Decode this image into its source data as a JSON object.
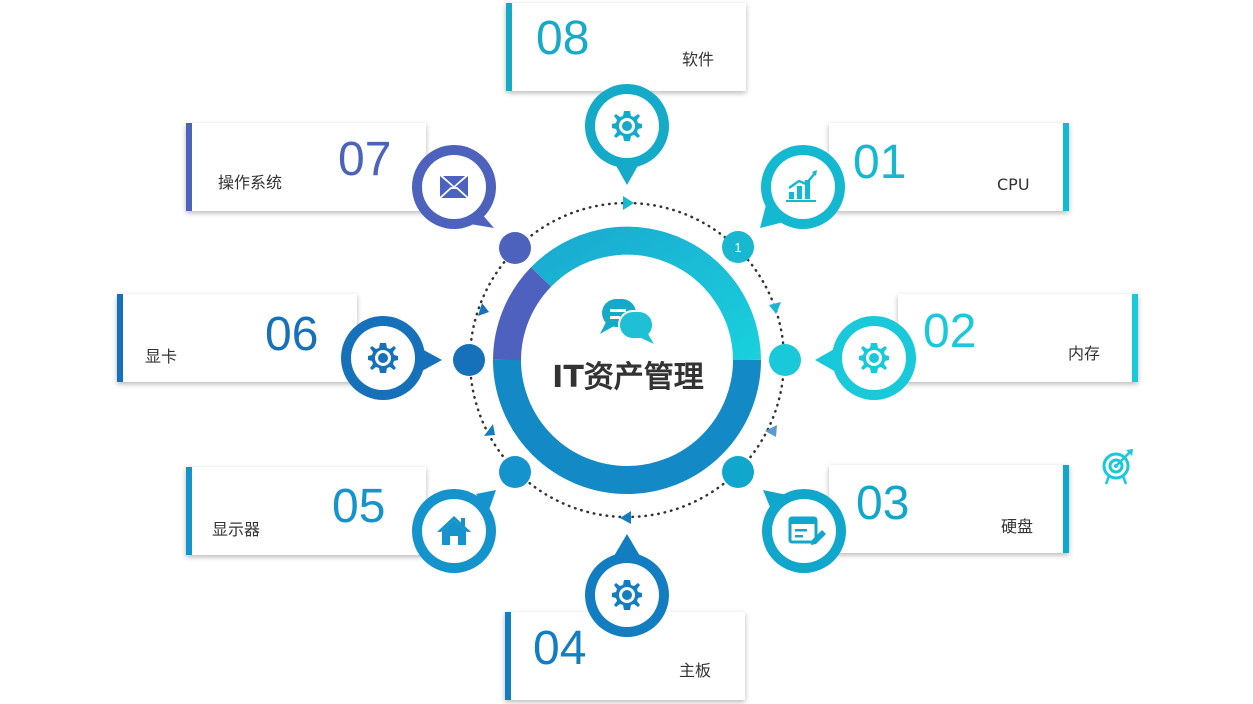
{
  "center": {
    "title": "IT资产管理",
    "badge": "1"
  },
  "items": [
    {
      "num": "01",
      "label": "CPU",
      "color": "#15b8d1",
      "icon": "chart-icon"
    },
    {
      "num": "02",
      "label": "内存",
      "color": "#19c9d9",
      "icon": "gear-icon"
    },
    {
      "num": "03",
      "label": "硬盘",
      "color": "#11a6cc",
      "icon": "edit-icon"
    },
    {
      "num": "04",
      "label": "主板",
      "color": "#137dc2",
      "icon": "gear-icon"
    },
    {
      "num": "05",
      "label": "显示器",
      "color": "#1593cc",
      "icon": "home-icon"
    },
    {
      "num": "06",
      "label": "显卡",
      "color": "#1771ba",
      "icon": "gear-icon"
    },
    {
      "num": "07",
      "label": "操作系统",
      "color": "#4c62bd",
      "icon": "mail-icon"
    },
    {
      "num": "08",
      "label": "软件",
      "color": "#14aac8",
      "icon": "gear-icon"
    }
  ]
}
